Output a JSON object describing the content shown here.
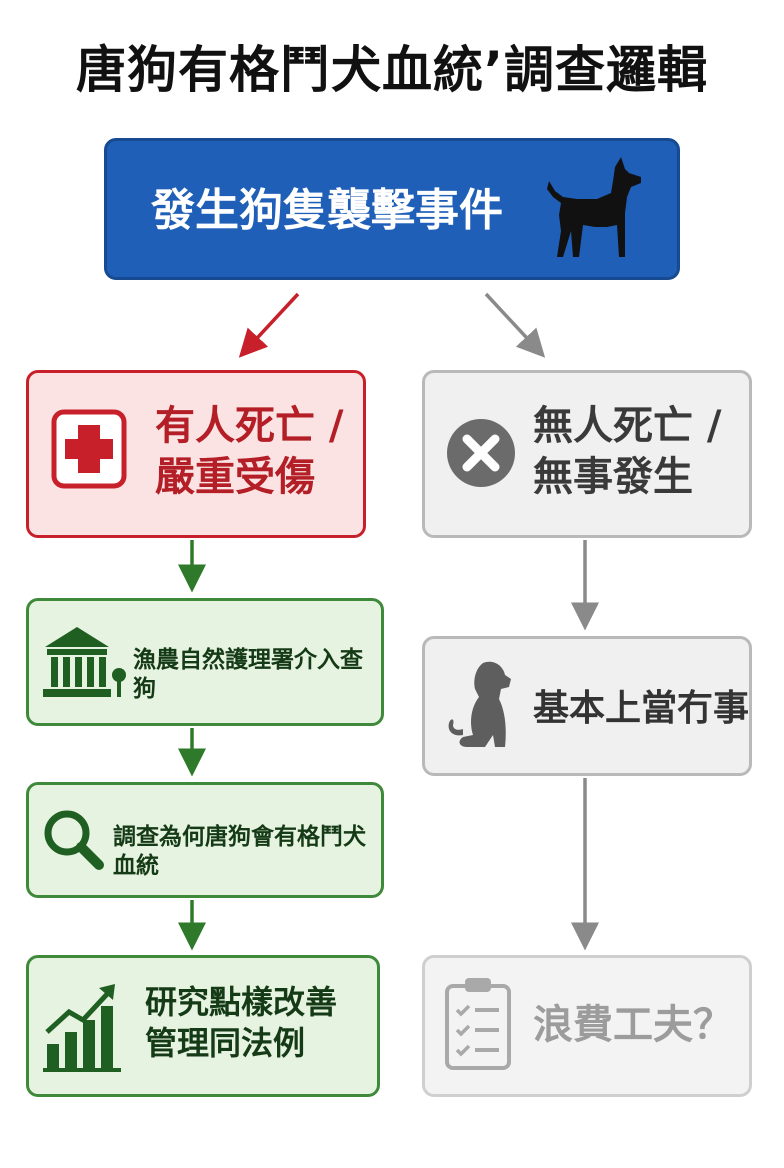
{
  "title": "唐狗有格鬥犬血統’調查邏輯",
  "top": {
    "label": "發生狗隻襲擊事件",
    "icon": "dog-silhouette-icon"
  },
  "left": {
    "case": {
      "line1": "有人死亡 /",
      "line2": "嚴重受傷",
      "icon": "medical-cross-icon"
    },
    "steps": [
      {
        "text": "漁農自然護理署介入查狗",
        "icon": "government-building-icon"
      },
      {
        "text": "調查為何唐狗會有格鬥犬血統",
        "icon": "magnifier-icon"
      },
      {
        "line1": "研究點樣改善",
        "line2": "管理同法例",
        "icon": "growth-chart-icon"
      }
    ]
  },
  "right": {
    "case": {
      "line1": "無人死亡 /",
      "line2": "無事發生",
      "icon": "x-circle-icon"
    },
    "steps": [
      {
        "text": "基本上當冇事",
        "icon": "sitting-dog-icon"
      },
      {
        "text": "浪費工夫？",
        "icon": "checklist-clipboard-icon"
      }
    ]
  },
  "colors": {
    "blue": "#1f5fb8",
    "red": "#c8202a",
    "green": "#3f8a3a",
    "grey": "#b9b9b9"
  }
}
